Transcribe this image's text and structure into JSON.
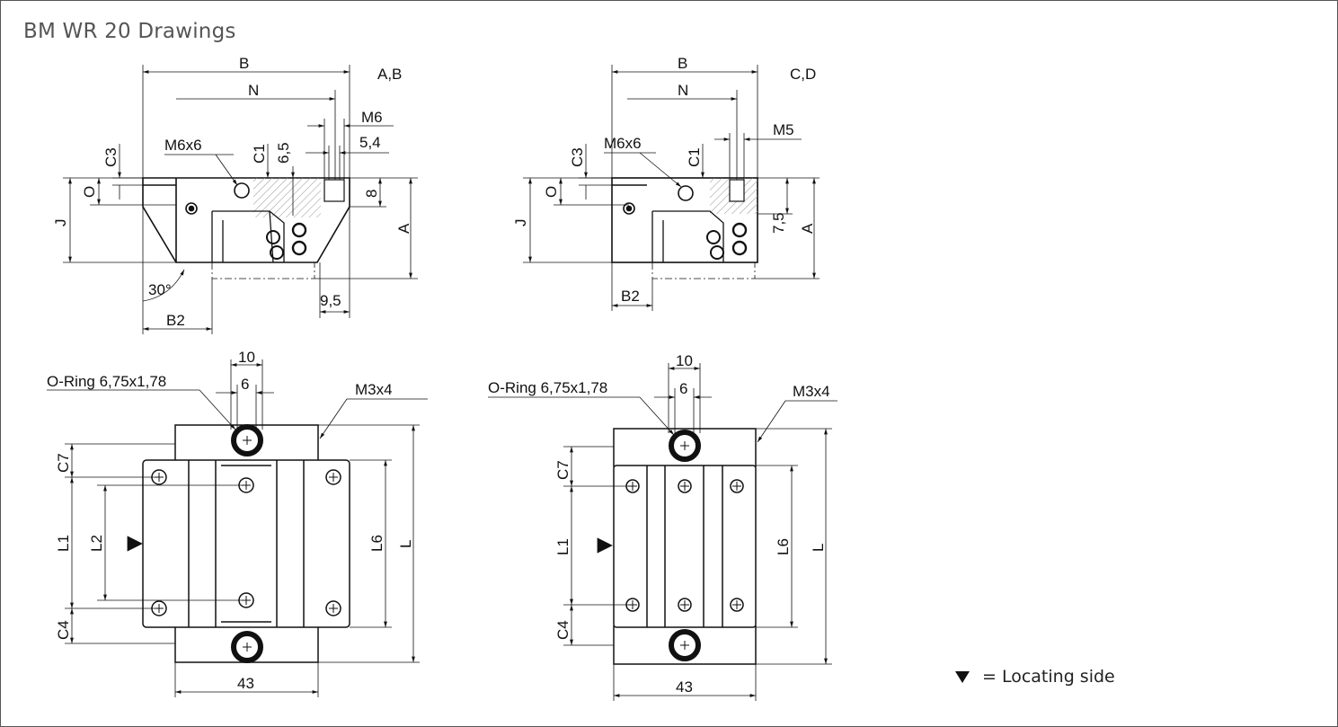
{
  "title": "BM WR 20 Drawings",
  "views": {
    "top_left": {
      "variant": "A,B",
      "B": "B",
      "N": "N",
      "M6": "M6",
      "d54": "5,4",
      "d65": "6,5",
      "C1": "C1",
      "C3": "C3",
      "M6x6": "M6x6",
      "O": "O",
      "J": "J",
      "d8": "8",
      "A": "A",
      "angle": "30°",
      "B2": "B2",
      "d95": "9,5"
    },
    "top_right": {
      "variant": "C,D",
      "B": "B",
      "N": "N",
      "M5": "M5",
      "C1": "C1",
      "C3": "C3",
      "M6x6": "M6x6",
      "O": "O",
      "J": "J",
      "d75": "7,5",
      "A": "A",
      "B2": "B2"
    },
    "bottom_left": {
      "d10": "10",
      "d6": "6",
      "oring": "O-Ring 6,75x1,78",
      "M3x4": "M3x4",
      "C7": "C7",
      "L1": "L1",
      "L2": "L2",
      "C4": "C4",
      "L6": "L6",
      "L": "L",
      "d43": "43"
    },
    "bottom_right": {
      "d10": "10",
      "d6": "6",
      "oring": "O-Ring 6,75x1,78",
      "M3x4": "M3x4",
      "C7": "C7",
      "L1": "L1",
      "C4": "C4",
      "L6": "L6",
      "L": "L",
      "d43": "43"
    }
  },
  "legend": {
    "text": "= Locating side"
  }
}
